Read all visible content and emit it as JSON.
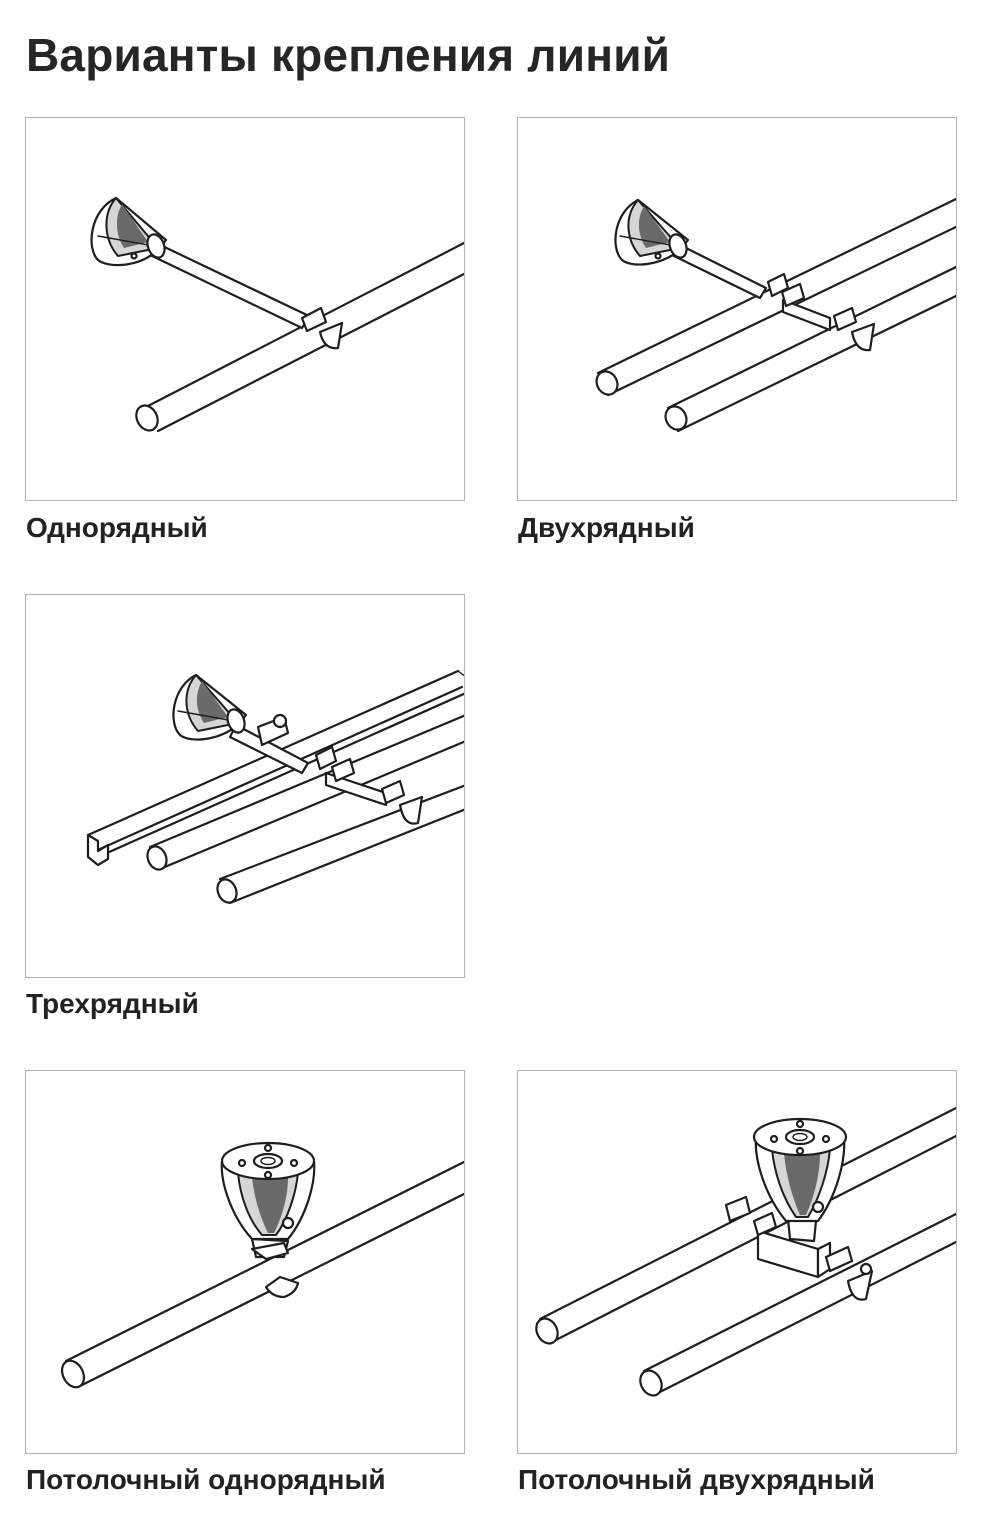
{
  "page": {
    "title": "Варианты крепления линий"
  },
  "variants": [
    {
      "caption": "Однорядный",
      "icon": "single-row-wall-bracket-icon"
    },
    {
      "caption": "Двухрядный",
      "icon": "double-row-wall-bracket-icon"
    },
    {
      "caption": "Трехрядный",
      "icon": "triple-row-wall-bracket-icon"
    },
    {
      "caption": "Потолочный однорядный",
      "icon": "single-row-ceiling-bracket-icon"
    },
    {
      "caption": "Потолочный двухрядный",
      "icon": "double-row-ceiling-bracket-icon"
    }
  ],
  "colors": {
    "text": "#222222",
    "border": "#b3b3b3",
    "line": "#1e1e1e",
    "background": "#ffffff"
  }
}
